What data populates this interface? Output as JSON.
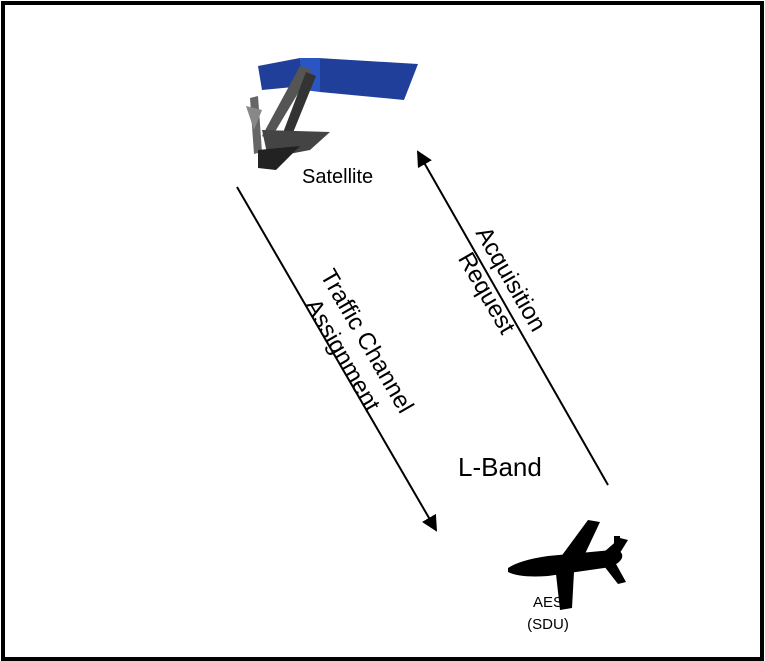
{
  "nodes": {
    "satellite": {
      "label": "Satellite",
      "icon": "satellite-icon"
    },
    "aircraft": {
      "label_line1": "AES",
      "label_line2": "(SDU)",
      "icon": "airplane-icon"
    }
  },
  "links": {
    "downlink": {
      "line1": "Traffic Channel",
      "line2": "Assignment",
      "direction": "satellite-to-aircraft"
    },
    "uplink": {
      "line1": "Acquisition",
      "line2": "Request",
      "direction": "aircraft-to-satellite"
    }
  },
  "band_label": "L-Band",
  "colors": {
    "line": "#000000",
    "satellite_panel": "#1f3f9a",
    "aircraft": "#000000"
  }
}
